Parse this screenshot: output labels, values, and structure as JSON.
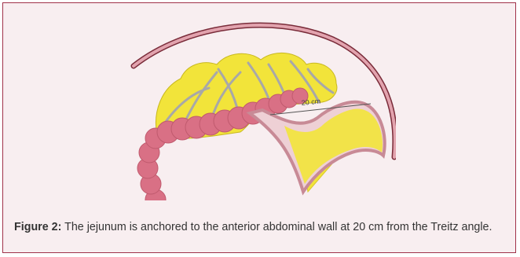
{
  "figure": {
    "annotation": "20 cm",
    "caption_label": "Figure 2:",
    "caption_text": " The jejunum is anchored to the anterior abdominal wall at 20 cm from the Treitz angle."
  }
}
